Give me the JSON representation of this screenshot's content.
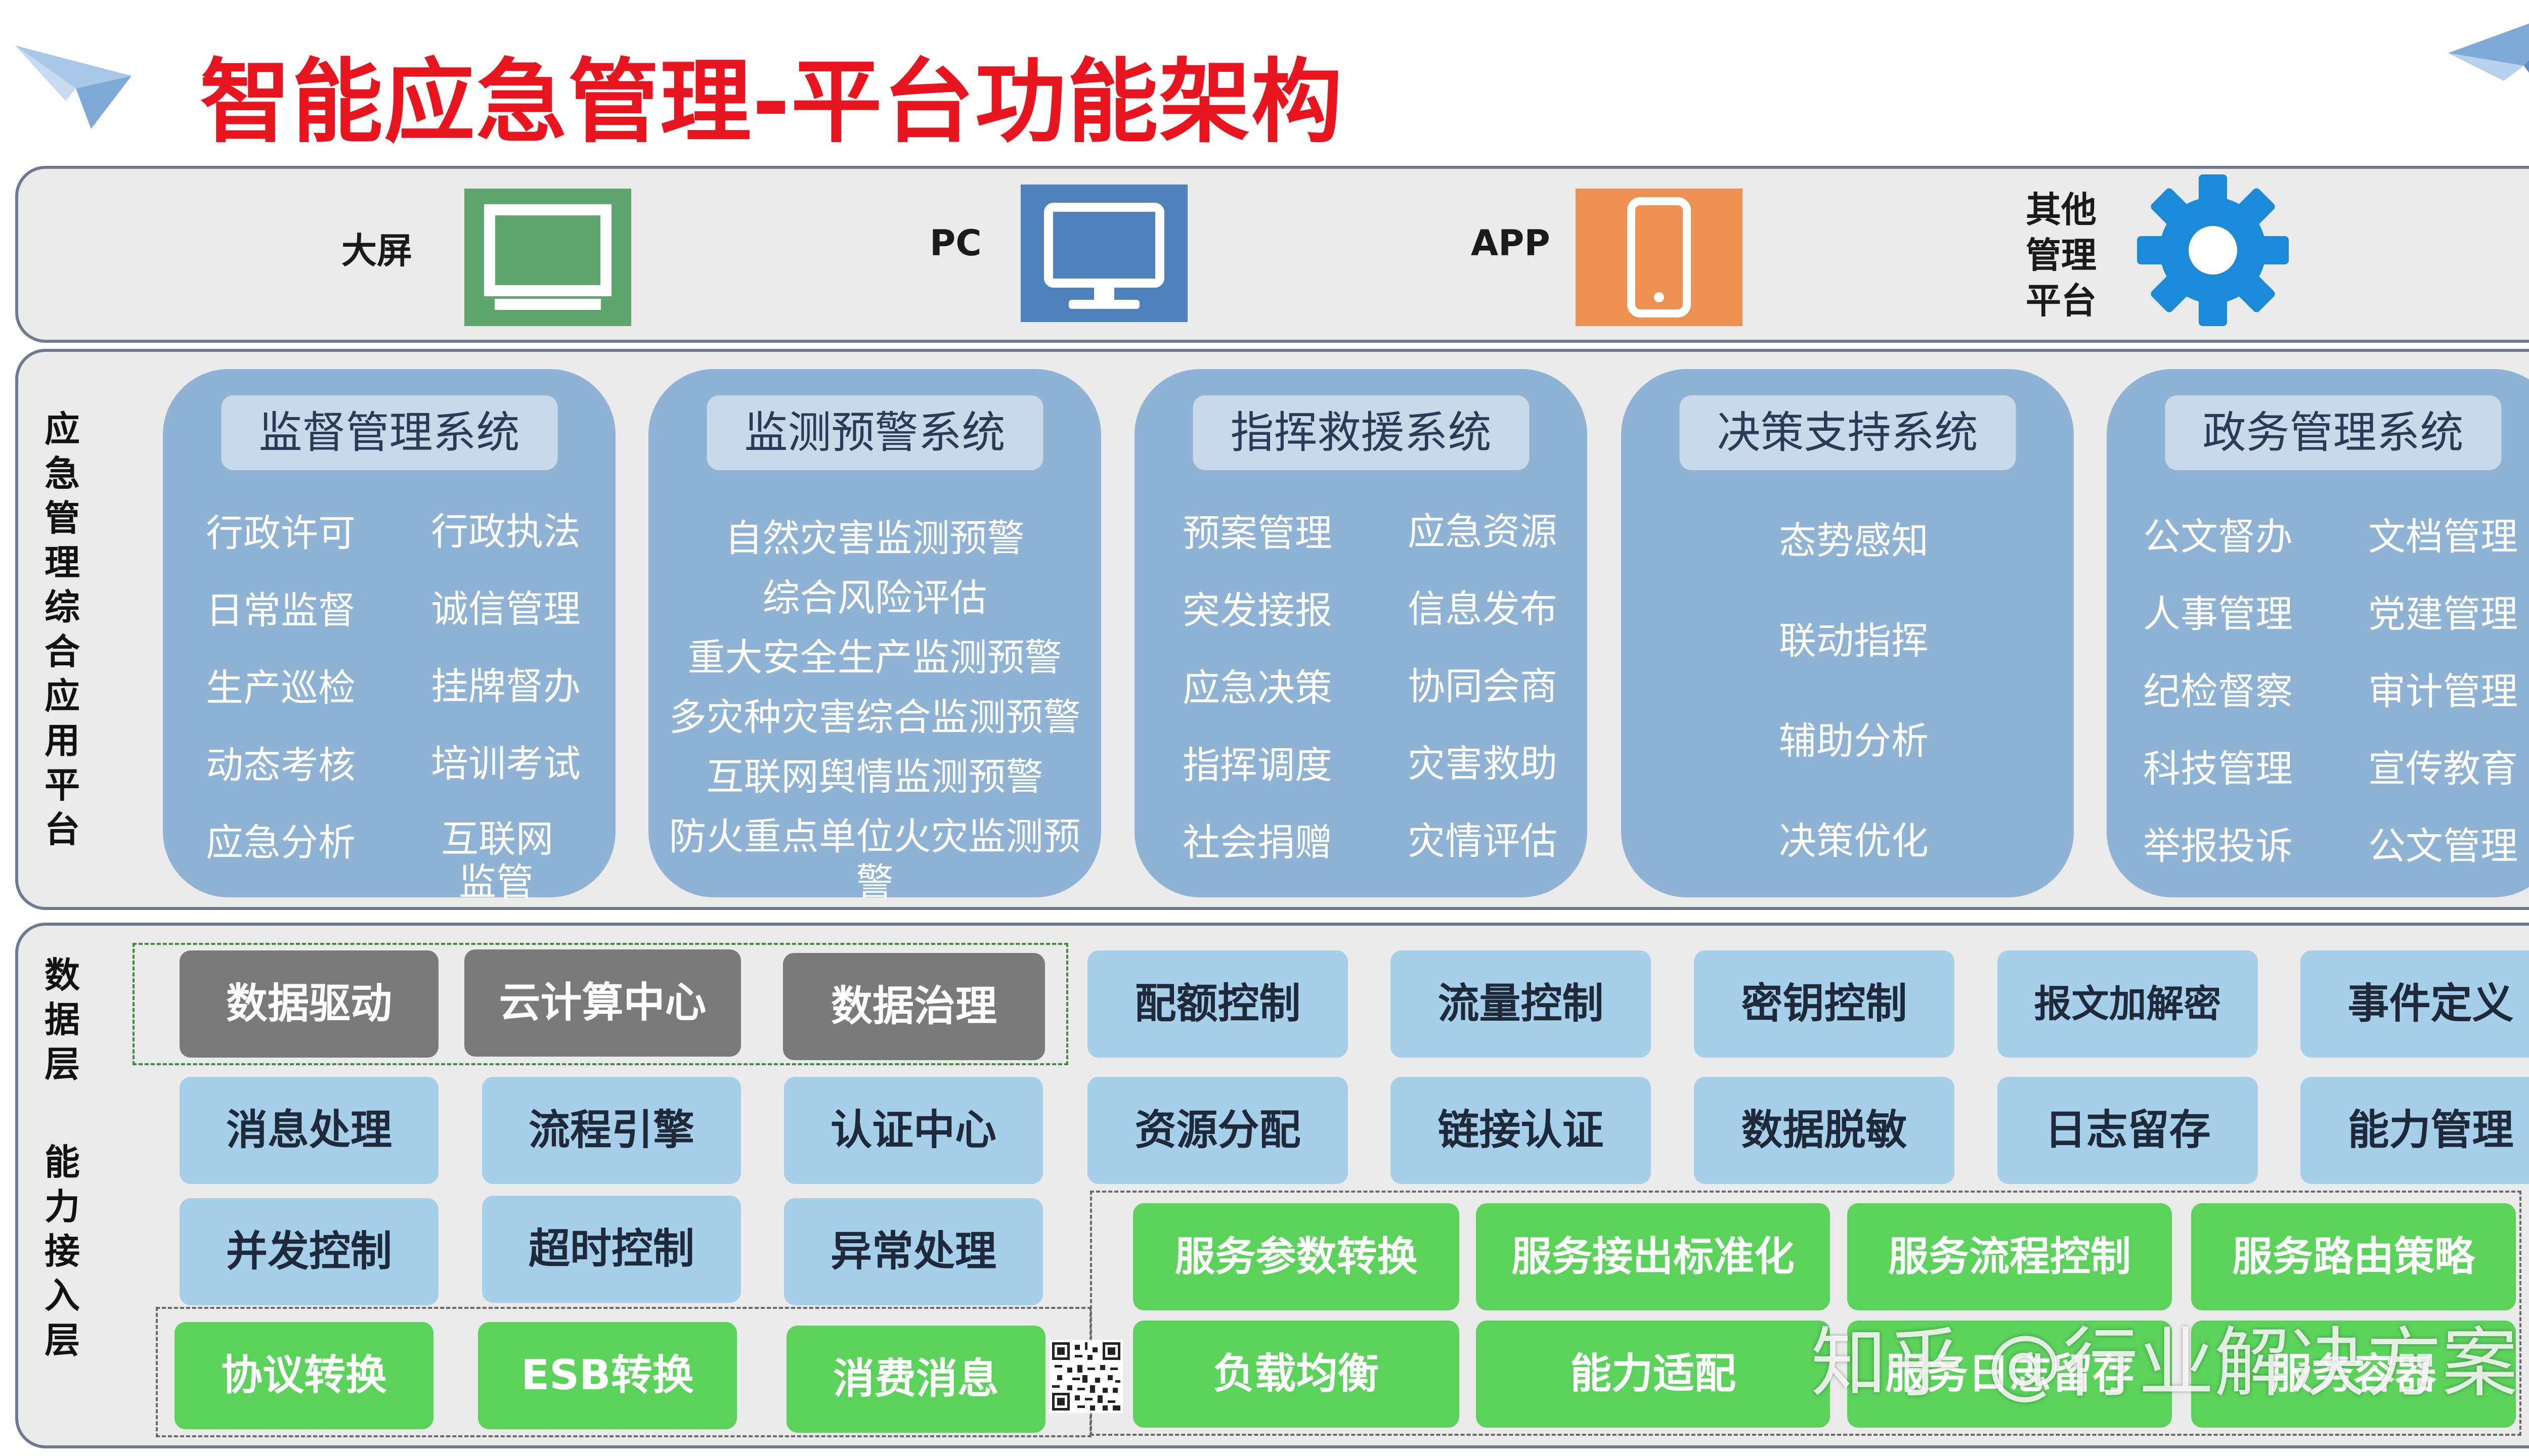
{
  "title": "智能应急管理-平台功能架构",
  "devices": {
    "big_screen": "大屏",
    "pc": "PC",
    "app": "APP",
    "other": [
      "其他",
      "管理",
      "平台"
    ]
  },
  "left_labels": {
    "platform": [
      "应",
      "急",
      "管",
      "理",
      "综",
      "合",
      "应",
      "用",
      "平",
      "台"
    ],
    "data_layer": [
      "数",
      "据",
      "层"
    ],
    "ability_layer": [
      "能",
      "力",
      "接",
      "入",
      "层"
    ]
  },
  "systems": [
    {
      "title": "监督管理系统",
      "left": [
        "行政许可",
        "日常监督",
        "生产巡检",
        "动态考核",
        "应急分析"
      ],
      "right": [
        "行政执法",
        "诚信管理",
        "挂牌督办",
        "培训考试",
        "互联网",
        "监管"
      ]
    },
    {
      "title": "监测预警系统",
      "items": [
        "自然灾害监测预警",
        "综合风险评估",
        "重大安全生产监测预警",
        "多灾种灾害综合监测预警",
        "互联网舆情监测预警",
        "防火重点单位火灾监测预",
        "警"
      ]
    },
    {
      "title": "指挥救援系统",
      "left": [
        "预案管理",
        "突发接报",
        "应急决策",
        "指挥调度",
        "社会捐赠"
      ],
      "right": [
        "应急资源",
        "信息发布",
        "协同会商",
        "灾害救助",
        "灾情评估"
      ]
    },
    {
      "title": "决策支持系统",
      "items": [
        "态势感知",
        "联动指挥",
        "辅助分析",
        "决策优化"
      ]
    },
    {
      "title": "政务管理系统",
      "left": [
        "公文督办",
        "人事管理",
        "纪检督察",
        "科技管理",
        "举报投诉"
      ],
      "right": [
        "文档管理",
        "党建管理",
        "审计管理",
        "宣传教育",
        "公文管理"
      ]
    }
  ],
  "data_blocks": [
    "数据驱动",
    "云计算中心",
    "数据治理"
  ],
  "blue_row1": [
    "配额控制",
    "流量控制",
    "密钥控制",
    "报文加解密",
    "事件定义"
  ],
  "blue_row2": [
    "消息处理",
    "流程引擎",
    "认证中心",
    "资源分配",
    "链接认证",
    "数据脱敏",
    "日志留存",
    "能力管理"
  ],
  "blue_row3": [
    "并发控制",
    "超时控制",
    "异常处理"
  ],
  "green_row1": [
    "服务参数转换",
    "服务接出标准化",
    "服务流程控制",
    "服务路由策略"
  ],
  "green_row2": [
    "协议转换",
    "ESB转换",
    "消费消息",
    "负载均衡",
    "能力适配",
    "服务日志留存",
    "服务容器"
  ],
  "watermark": "知乎 @行业解决方案",
  "colors": {
    "title": "#e8141e",
    "monitor_green": "#5ea66e",
    "pc_blue": "#4f82bd",
    "app_orange": "#ec9152",
    "gear_blue": "#1b8ad8",
    "system_bg": "#8eb3d4",
    "green_block": "#5bd35b",
    "blue_block": "#a6cfea",
    "gray_block": "#7a7a7a"
  }
}
